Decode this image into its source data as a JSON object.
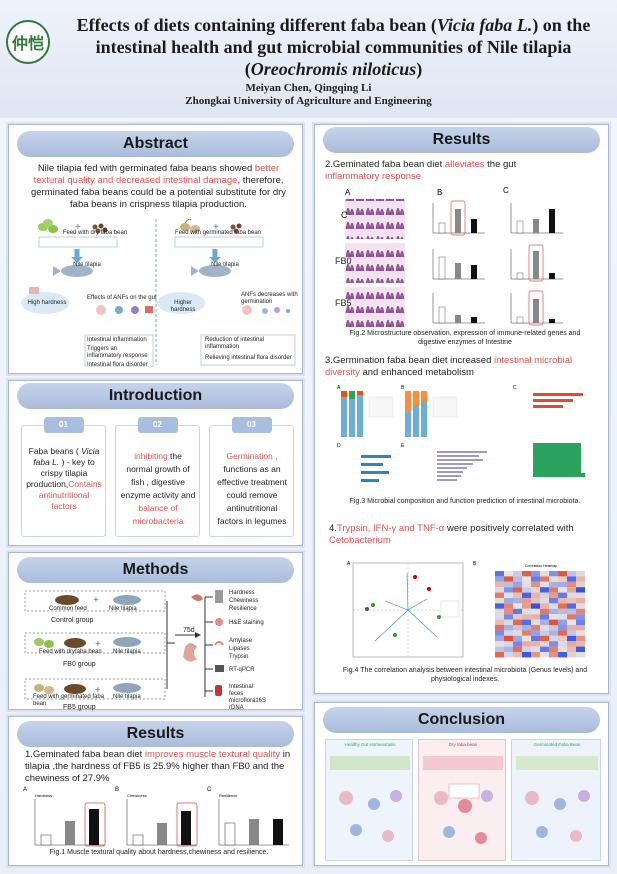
{
  "header": {
    "logo_text": "仲恺",
    "title_a": "Effects of diets containing different faba bean (",
    "title_species": "Vicia faba L.",
    "title_b": ") on the intestinal health and gut microbial communities of Nile tilapia (",
    "title_fish": "Oreochromis niloticus",
    "title_c": ")",
    "authors": "Meiyan Chen,   Qingqing Li",
    "institution": "Zhongkai University of Agriculture and Engineering"
  },
  "abstract": {
    "heading": "Abstract",
    "t1": "Nile tilapia fed with germinated faba beans showed ",
    "t2": "better textural quality and decreased intestinal damage",
    "t3": ", therefore, germinated faba beans could be a potential substitute for dry faba beans in crispness tilapia production.",
    "feed_dry": "Feed with dry faba bean",
    "feed_germ": "Feed with germinated faba bean",
    "nile1": "Nile tilapia",
    "nile2": "Nile tilapia",
    "high_hard": "High hardness",
    "higher_hard": "Higher hardness",
    "anf_effects": "Effects of ANFs on the gut",
    "anf_decrease": "ANFs decreases with germination",
    "left_box": [
      "Intestinal inflammation",
      "Triggers an inflammatory response",
      "Intestinal flora disorder"
    ],
    "right_box": [
      "Reduction of intestinal inflammation",
      "Relieving intestinal flora disorder"
    ]
  },
  "introduction": {
    "heading": "Introduction",
    "cards": [
      {
        "num": "01",
        "a": "Faba beans ( ",
        "b": "Vicia faba L.",
        "c": " ) - key to crispy tilapia production,",
        "d": "Contains antinutritional factors"
      },
      {
        "num": "02",
        "a": "inhibiting",
        "b": " the normal growth of fish , digestive enzyme activity and ",
        "c": "balance of microbacteria"
      },
      {
        "num": "03",
        "a": "Germination ,",
        "b": " functions as an effective treatment could remove antinutritional factors in legumes"
      }
    ]
  },
  "methods": {
    "heading": "Methods",
    "common": "Common feed",
    "tilapia1": "Nile tilapia",
    "control": "Control group",
    "dry": "Feed with dryfaba bean",
    "tilapia2": "Nile tilapia",
    "fb0": "FB0 group",
    "germ": "Feed with germinated faba bean",
    "tilapia3": "Nile tilapia",
    "fb5": "FB5 group",
    "days": "75d",
    "out1": [
      "Hardness",
      "Chewiness",
      "Resilience"
    ],
    "out2": "H&E staining",
    "out3": [
      "Amylase",
      "Lipases",
      "Trypsin"
    ],
    "out4": "RT-qPCR",
    "out5": [
      "Intestinal",
      "feces",
      "microflora16S",
      "rDNA"
    ]
  },
  "results_left": {
    "heading": "Results",
    "t1": "1.Geminated faba bean diet ",
    "t2": "improves muscle textural quality",
    "t3": " in tilapia ,the hardness of FB5 is 25.9% higher than FB0 and the chewiness of 27.9%",
    "panel_labels": [
      "A",
      "B",
      "C"
    ],
    "chart_labels": [
      "Hardness",
      "Chewiness",
      "Resilience"
    ],
    "caption": "Fig.1 Muscle textural quality about hardness,chewiness and resilience."
  },
  "results_right": {
    "heading": "Results",
    "s2a": "2.Geminated faba bean diet ",
    "s2b": "alleviates",
    "s2c": " the gut ",
    "s2d": "inflammatory response",
    "cols": [
      "A",
      "B",
      "C"
    ],
    "rows": [
      "C",
      "FB0",
      "FB5"
    ],
    "fig2": "Fig.2 Microstructure observation, expression of immune-related genes and digestive enzymes of Intestine",
    "s3a": "3.Germination faba bean diet increased ",
    "s3b": "intestinal microbial diversity",
    "s3c": " and enhanced metabolism",
    "fig3_labels": [
      "A",
      "B",
      "C",
      "D",
      "E"
    ],
    "fig3": "Fig.3 Microbial composition and function prediction of intestinal microbiota.",
    "s4a": "4.",
    "s4b": "Trypsin, IFN-γ and TNF-α",
    "s4c": " were positively correlated with ",
    "s4d": "Cetobacterium",
    "fig4_labels": [
      "A",
      "B"
    ],
    "heatmap_title": "Correlation Heatmap",
    "fig4": "Fig.4 The correlation analysis between intestinal microbiota (Genus levels) and physiological indexes."
  },
  "conclusion": {
    "heading": "Conclusion",
    "cols": [
      "Healthy Gut Homeostasis",
      "Dry faba bean",
      "Germinated Faba Bean"
    ]
  }
}
